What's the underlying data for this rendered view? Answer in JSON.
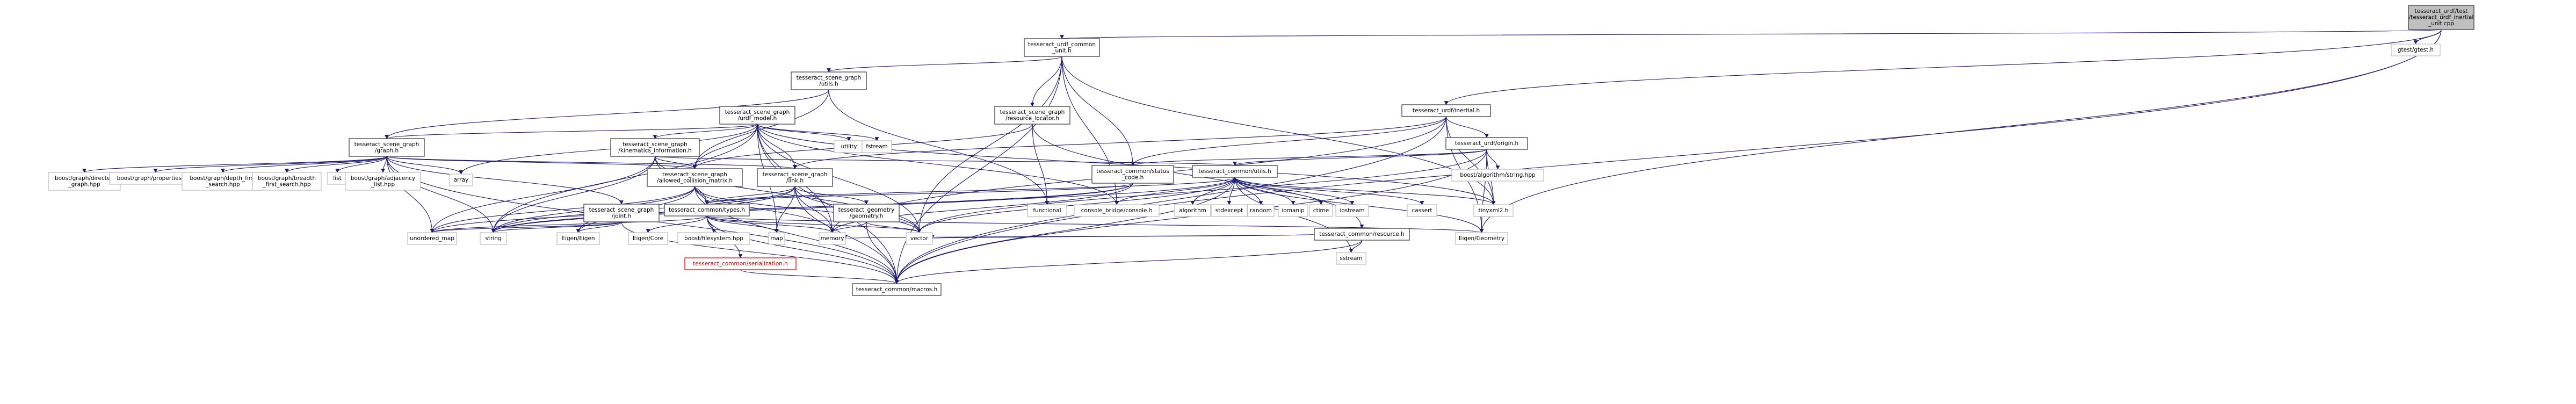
{
  "nodes": [
    {
      "id": "root",
      "lines": [
        "tesseract_urdf/test",
        "/tesseract_urdf_inertial",
        "_unit.cpp"
      ],
      "kind": "root"
    },
    {
      "id": "urdf_common_unit",
      "lines": [
        "tesseract_urdf_common",
        "_unit.h"
      ],
      "kind": "doc"
    },
    {
      "id": "gtest",
      "lines": [
        "gtest/gtest.h"
      ],
      "kind": "ext"
    },
    {
      "id": "urdf_inertial",
      "lines": [
        "tesseract_urdf/inertial.h"
      ],
      "kind": "doc"
    },
    {
      "id": "sg_utils",
      "lines": [
        "tesseract_scene_graph",
        "/utils.h"
      ],
      "kind": "doc"
    },
    {
      "id": "sg_urdf_model",
      "lines": [
        "tesseract_scene_graph",
        "/urdf_model.h"
      ],
      "kind": "doc"
    },
    {
      "id": "sg_resource_locator",
      "lines": [
        "tesseract_scene_graph",
        "/resource_locator.h"
      ],
      "kind": "doc"
    },
    {
      "id": "urdf_origin",
      "lines": [
        "tesseract_urdf/origin.h"
      ],
      "kind": "doc"
    },
    {
      "id": "sg_graph",
      "lines": [
        "tesseract_scene_graph",
        "/graph.h"
      ],
      "kind": "doc"
    },
    {
      "id": "sg_kinematics",
      "lines": [
        "tesseract_scene_graph",
        "/kinematics_information.h"
      ],
      "kind": "doc"
    },
    {
      "id": "utility",
      "lines": [
        "utility"
      ],
      "kind": "ext"
    },
    {
      "id": "fstream",
      "lines": [
        "fstream"
      ],
      "kind": "ext"
    },
    {
      "id": "common_status_code",
      "lines": [
        "tesseract_common/status",
        "_code.h"
      ],
      "kind": "doc"
    },
    {
      "id": "common_utils",
      "lines": [
        "tesseract_common/utils.h"
      ],
      "kind": "doc"
    },
    {
      "id": "boost_string",
      "lines": [
        "boost/algorithm/string.hpp"
      ],
      "kind": "ext"
    },
    {
      "id": "sg_acm",
      "lines": [
        "tesseract_scene_graph",
        "/allowed_collision_matrix.h"
      ],
      "kind": "doc"
    },
    {
      "id": "sg_link",
      "lines": [
        "tesseract_scene_graph",
        "/link.h"
      ],
      "kind": "doc"
    },
    {
      "id": "array",
      "lines": [
        "array"
      ],
      "kind": "ext"
    },
    {
      "id": "bg_directed",
      "lines": [
        "boost/graph/directed",
        "_graph.hpp"
      ],
      "kind": "ext"
    },
    {
      "id": "bg_properties",
      "lines": [
        "boost/graph/properties.hpp"
      ],
      "kind": "ext"
    },
    {
      "id": "bg_dfs",
      "lines": [
        "boost/graph/depth_first",
        "_search.hpp"
      ],
      "kind": "ext"
    },
    {
      "id": "bg_bfs",
      "lines": [
        "boost/graph/breadth",
        "_first_search.hpp"
      ],
      "kind": "ext"
    },
    {
      "id": "list",
      "lines": [
        "list"
      ],
      "kind": "ext"
    },
    {
      "id": "bg_adjacency",
      "lines": [
        "boost/graph/adjacency",
        "_list.hpp"
      ],
      "kind": "ext"
    },
    {
      "id": "sg_joint",
      "lines": [
        "tesseract_scene_graph",
        "/joint.h"
      ],
      "kind": "doc"
    },
    {
      "id": "common_types",
      "lines": [
        "tesseract_common/types.h"
      ],
      "kind": "doc"
    },
    {
      "id": "geometry",
      "lines": [
        "tesseract_geometry",
        "/geometry.h"
      ],
      "kind": "doc"
    },
    {
      "id": "functional",
      "lines": [
        "functional"
      ],
      "kind": "ext"
    },
    {
      "id": "console_bridge",
      "lines": [
        "console_bridge/console.h"
      ],
      "kind": "ext"
    },
    {
      "id": "algorithm",
      "lines": [
        "algorithm"
      ],
      "kind": "ext"
    },
    {
      "id": "stdexcept",
      "lines": [
        "stdexcept"
      ],
      "kind": "ext"
    },
    {
      "id": "random",
      "lines": [
        "random"
      ],
      "kind": "ext"
    },
    {
      "id": "iomanip",
      "lines": [
        "iomanip"
      ],
      "kind": "ext"
    },
    {
      "id": "ctime",
      "lines": [
        "ctime"
      ],
      "kind": "ext"
    },
    {
      "id": "iostream",
      "lines": [
        "iostream"
      ],
      "kind": "ext"
    },
    {
      "id": "cassert",
      "lines": [
        "cassert"
      ],
      "kind": "ext"
    },
    {
      "id": "tinyxml2",
      "lines": [
        "tinyxml2.h"
      ],
      "kind": "ext"
    },
    {
      "id": "common_resource",
      "lines": [
        "tesseract_common/resource.h"
      ],
      "kind": "doc"
    },
    {
      "id": "eigen_eigen",
      "lines": [
        "Eigen/Eigen"
      ],
      "kind": "ext"
    },
    {
      "id": "eigen_core",
      "lines": [
        "Eigen/Core"
      ],
      "kind": "ext"
    },
    {
      "id": "boost_filesystem",
      "lines": [
        "boost/filesystem.hpp"
      ],
      "kind": "ext"
    },
    {
      "id": "common_serialization",
      "lines": [
        "tesseract_common/serialization.h"
      ],
      "kind": "err"
    },
    {
      "id": "map",
      "lines": [
        "map"
      ],
      "kind": "ext"
    },
    {
      "id": "memory",
      "lines": [
        "memory"
      ],
      "kind": "ext"
    },
    {
      "id": "vector",
      "lines": [
        "vector"
      ],
      "kind": "ext"
    },
    {
      "id": "unordered_map",
      "lines": [
        "unordered_map"
      ],
      "kind": "ext"
    },
    {
      "id": "string",
      "lines": [
        "string"
      ],
      "kind": "ext"
    },
    {
      "id": "sstream",
      "lines": [
        "sstream"
      ],
      "kind": "ext"
    },
    {
      "id": "eigen_geometry",
      "lines": [
        "Eigen/Geometry"
      ],
      "kind": "ext"
    },
    {
      "id": "common_macros",
      "lines": [
        "tesseract_common/macros.h"
      ],
      "kind": "doc"
    }
  ],
  "edges": [
    [
      "root",
      "urdf_common_unit"
    ],
    [
      "root",
      "gtest"
    ],
    [
      "root",
      "urdf_inertial"
    ],
    [
      "root",
      "eigen_geometry"
    ],
    [
      "root",
      "common_macros"
    ],
    [
      "urdf_common_unit",
      "sg_utils"
    ],
    [
      "urdf_common_unit",
      "sg_resource_locator"
    ],
    [
      "urdf_common_unit",
      "common_status_code"
    ],
    [
      "urdf_common_unit",
      "console_bridge"
    ],
    [
      "urdf_common_unit",
      "tinyxml2"
    ],
    [
      "urdf_common_unit",
      "vector"
    ],
    [
      "urdf_common_unit",
      "common_macros"
    ],
    [
      "urdf_inertial",
      "urdf_origin"
    ],
    [
      "urdf_inertial",
      "sg_link"
    ],
    [
      "urdf_inertial",
      "common_status_code"
    ],
    [
      "urdf_inertial",
      "tinyxml2"
    ],
    [
      "urdf_inertial",
      "eigen_geometry"
    ],
    [
      "urdf_inertial",
      "memory"
    ],
    [
      "urdf_inertial",
      "common_macros"
    ],
    [
      "urdf_origin",
      "boost_string"
    ],
    [
      "urdf_origin",
      "common_utils"
    ],
    [
      "urdf_origin",
      "common_status_code"
    ],
    [
      "urdf_origin",
      "tinyxml2"
    ],
    [
      "urdf_origin",
      "eigen_geometry"
    ],
    [
      "urdf_origin",
      "vector"
    ],
    [
      "urdf_origin",
      "common_macros"
    ],
    [
      "sg_utils",
      "sg_graph"
    ],
    [
      "sg_utils",
      "sg_acm"
    ],
    [
      "sg_utils",
      "functional"
    ],
    [
      "sg_urdf_model",
      "sg_graph"
    ],
    [
      "sg_urdf_model",
      "sg_kinematics"
    ],
    [
      "sg_urdf_model",
      "sg_acm"
    ],
    [
      "sg_urdf_model",
      "sg_link"
    ],
    [
      "sg_urdf_model",
      "utility"
    ],
    [
      "sg_urdf_model",
      "fstream"
    ],
    [
      "sg_urdf_model",
      "array"
    ],
    [
      "sg_urdf_model",
      "string"
    ],
    [
      "sg_urdf_model",
      "map"
    ],
    [
      "sg_urdf_model",
      "memory"
    ],
    [
      "sg_urdf_model",
      "vector"
    ],
    [
      "sg_urdf_model",
      "console_bridge"
    ],
    [
      "sg_urdf_model",
      "tinyxml2"
    ],
    [
      "sg_urdf_model",
      "common_macros"
    ],
    [
      "sg_resource_locator",
      "sg_acm"
    ],
    [
      "sg_resource_locator",
      "common_resource"
    ],
    [
      "sg_resource_locator",
      "functional"
    ],
    [
      "sg_graph",
      "bg_directed"
    ],
    [
      "sg_graph",
      "bg_properties"
    ],
    [
      "sg_graph",
      "bg_dfs"
    ],
    [
      "sg_graph",
      "bg_bfs"
    ],
    [
      "sg_graph",
      "list"
    ],
    [
      "sg_graph",
      "bg_adjacency"
    ],
    [
      "sg_graph",
      "array"
    ],
    [
      "sg_graph",
      "sg_link"
    ],
    [
      "sg_graph",
      "sg_joint"
    ],
    [
      "sg_graph",
      "sg_acm"
    ],
    [
      "sg_graph",
      "string"
    ],
    [
      "sg_graph",
      "unordered_map"
    ],
    [
      "sg_graph",
      "common_macros"
    ],
    [
      "sg_kinematics",
      "sg_acm"
    ],
    [
      "sg_kinematics",
      "common_types"
    ],
    [
      "sg_kinematics",
      "common_utils"
    ],
    [
      "sg_kinematics",
      "string"
    ],
    [
      "sg_kinematics",
      "vector"
    ],
    [
      "sg_kinematics",
      "unordered_map"
    ],
    [
      "common_status_code",
      "common_types"
    ],
    [
      "common_status_code",
      "memory"
    ],
    [
      "common_status_code",
      "string"
    ],
    [
      "common_status_code",
      "unordered_map"
    ],
    [
      "common_utils",
      "algorithm"
    ],
    [
      "common_utils",
      "stdexcept"
    ],
    [
      "common_utils",
      "random"
    ],
    [
      "common_utils",
      "iomanip"
    ],
    [
      "common_utils",
      "ctime"
    ],
    [
      "common_utils",
      "iostream"
    ],
    [
      "common_utils",
      "cassert"
    ],
    [
      "common_utils",
      "console_bridge"
    ],
    [
      "common_utils",
      "tinyxml2"
    ],
    [
      "common_utils",
      "eigen_geometry"
    ],
    [
      "common_utils",
      "sstream"
    ],
    [
      "common_utils",
      "string"
    ],
    [
      "common_utils",
      "vector"
    ],
    [
      "common_utils",
      "common_types"
    ],
    [
      "common_utils",
      "common_macros"
    ],
    [
      "sg_acm",
      "common_types"
    ],
    [
      "sg_acm",
      "string"
    ],
    [
      "sg_acm",
      "memory"
    ],
    [
      "sg_acm",
      "unordered_map"
    ],
    [
      "sg_acm",
      "eigen_eigen"
    ],
    [
      "sg_acm",
      "vector"
    ],
    [
      "sg_acm",
      "common_macros"
    ],
    [
      "sg_link",
      "geometry"
    ],
    [
      "sg_link",
      "common_types"
    ],
    [
      "sg_link",
      "eigen_eigen"
    ],
    [
      "sg_link",
      "string"
    ],
    [
      "sg_link",
      "map"
    ],
    [
      "sg_link",
      "memory"
    ],
    [
      "sg_link",
      "vector"
    ],
    [
      "sg_link",
      "common_macros"
    ],
    [
      "sg_joint",
      "eigen_eigen"
    ],
    [
      "sg_joint",
      "string"
    ],
    [
      "sg_joint",
      "unordered_map"
    ],
    [
      "sg_joint",
      "common_macros"
    ],
    [
      "geometry",
      "memory"
    ],
    [
      "geometry",
      "vector"
    ],
    [
      "geometry",
      "common_macros"
    ],
    [
      "common_types",
      "eigen_core"
    ],
    [
      "common_types",
      "boost_filesystem"
    ],
    [
      "common_types",
      "common_serialization"
    ],
    [
      "common_types",
      "map"
    ],
    [
      "common_types",
      "memory"
    ],
    [
      "common_types",
      "vector"
    ],
    [
      "common_types",
      "unordered_map"
    ],
    [
      "common_types",
      "eigen_geometry"
    ],
    [
      "common_types",
      "common_macros"
    ],
    [
      "common_resource",
      "sstream"
    ],
    [
      "common_resource",
      "memory"
    ],
    [
      "common_resource",
      "vector"
    ],
    [
      "common_resource",
      "common_macros"
    ],
    [
      "common_serialization",
      "common_macros"
    ]
  ]
}
